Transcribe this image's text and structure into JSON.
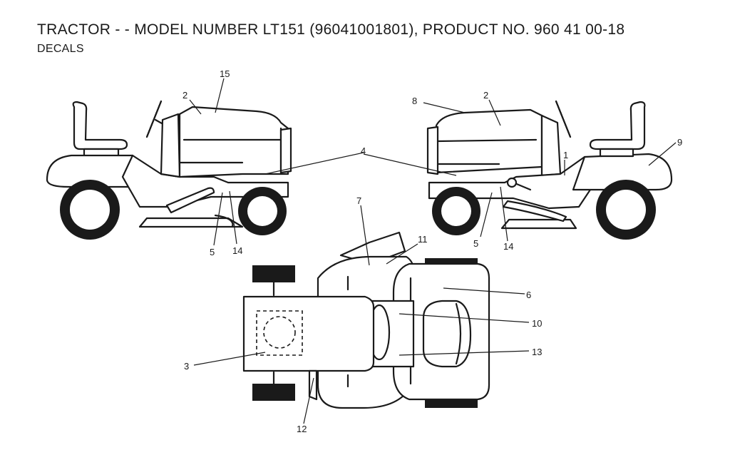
{
  "header": {
    "title": "TRACTOR - - MODEL NUMBER LT151 (96041001801), PRODUCT NO. 960 41 00-18",
    "subtitle": "DECALS"
  },
  "callouts": {
    "left_view": [
      "15",
      "2",
      "4",
      "5",
      "14"
    ],
    "right_view": [
      "8",
      "2",
      "1",
      "9",
      "5",
      "14"
    ],
    "top_view": [
      "7",
      "11",
      "6",
      "10",
      "13",
      "3",
      "12"
    ]
  }
}
